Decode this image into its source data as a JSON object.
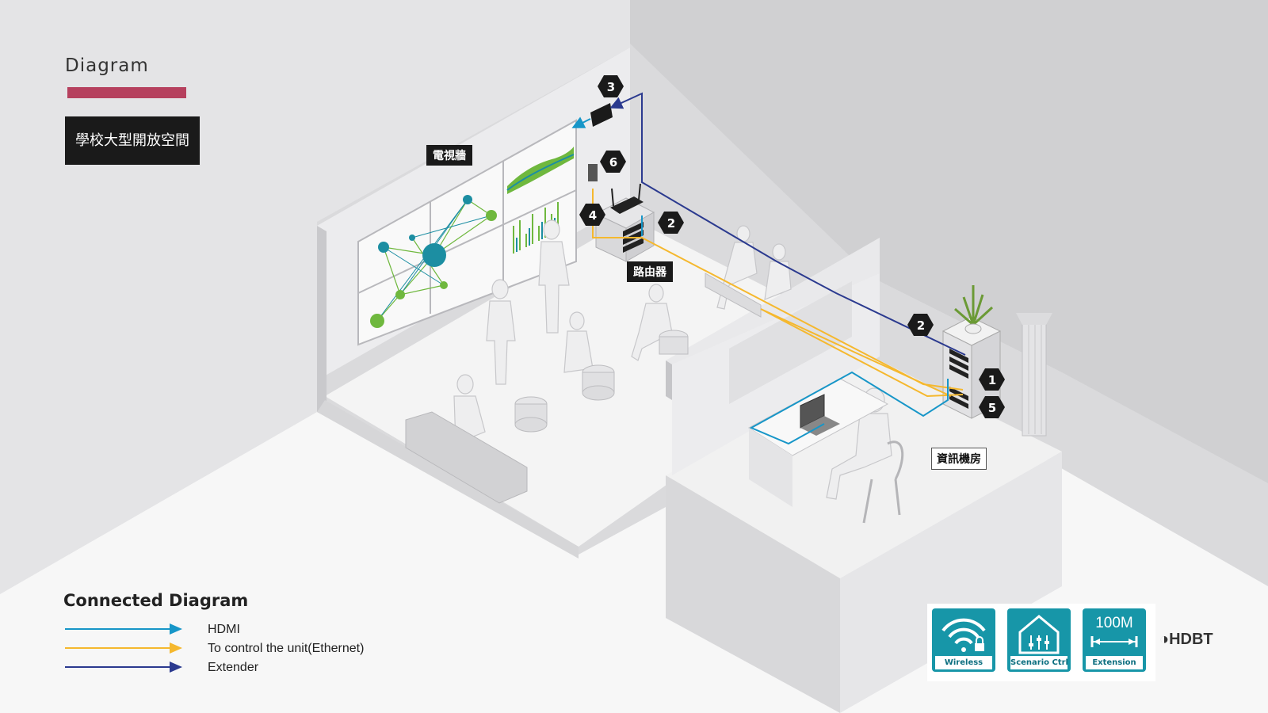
{
  "header": {
    "title": "Diagram",
    "room_badge": "學校大型開放空間",
    "accent_color": "#b6405e"
  },
  "labels": {
    "video_wall": "電視牆",
    "router": "路由器",
    "server_room": "資訊機房"
  },
  "markers": [
    "1",
    "2",
    "2",
    "3",
    "4",
    "5",
    "6"
  ],
  "legend": {
    "title": "Connected Diagram",
    "items": [
      {
        "label": "HDMI",
        "color": "#1796c8"
      },
      {
        "label": "To control the unit(Ethernet)",
        "color": "#f5b82e"
      },
      {
        "label": "Extender",
        "color": "#2b3a8f"
      }
    ]
  },
  "features": [
    {
      "label": "Wireless",
      "icon": "wifi-lock-icon"
    },
    {
      "label": "Scenario Ctrl",
      "icon": "house-sliders-icon"
    },
    {
      "label": "Extension",
      "icon": "distance-arrow-icon",
      "top_text": "100M"
    }
  ],
  "brand": "HDBT"
}
